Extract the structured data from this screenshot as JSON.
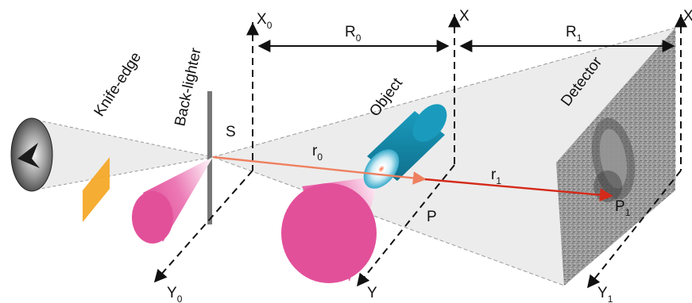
{
  "labels": {
    "knife_edge": "Knife-edge",
    "back_lighter": "Back-lighter",
    "object": "Object",
    "detector": "Detector",
    "source": "S",
    "point_p": "P",
    "point_p1": "P",
    "point_p1_sub": "1",
    "r0": "r",
    "r0_sub": "0",
    "r1": "r",
    "r1_sub": "1",
    "R0": "R",
    "R0_sub": "0",
    "R1": "R",
    "R1_sub": "1",
    "x0": "X",
    "x0_sub": "0",
    "x": "X",
    "x1": "X",
    "y0": "Y",
    "y0_sub": "0",
    "y": "Y",
    "y1": "Y",
    "y1_sub": "1"
  },
  "colors": {
    "beam_fill": "#ececec",
    "object_cylinder": "#1488a8",
    "magenta_cone": "#e2509a",
    "knife_edge_plate": "#f5a623",
    "ray_r0": "#ee8060",
    "ray_r1": "#d42a1a",
    "back_lighter": "#777777"
  }
}
